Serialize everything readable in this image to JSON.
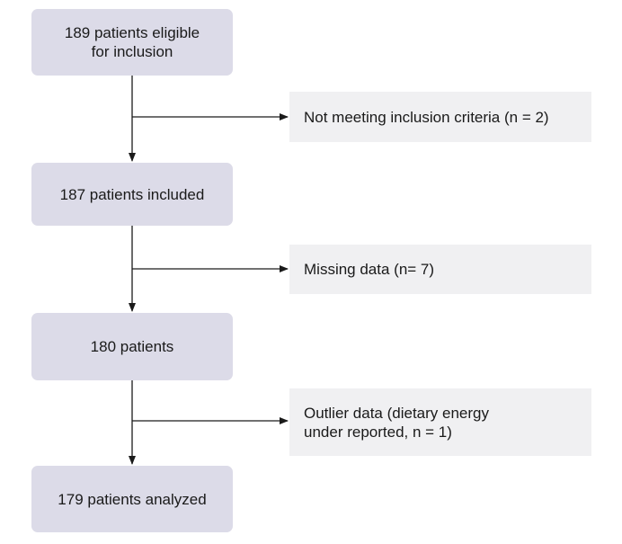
{
  "flowchart": {
    "stages": [
      {
        "lines": [
          "189 patients eligible",
          "for inclusion"
        ]
      },
      {
        "lines": [
          "187 patients included"
        ]
      },
      {
        "lines": [
          "180 patients"
        ]
      },
      {
        "lines": [
          "179 patients analyzed"
        ]
      }
    ],
    "exclusions": [
      {
        "lines": [
          "Not meeting inclusion criteria (n = 2)"
        ]
      },
      {
        "lines": [
          "Missing data (n= 7)"
        ]
      },
      {
        "lines": [
          "Outlier data (dietary energy",
          "under reported, n = 1)"
        ]
      }
    ],
    "colors": {
      "stage_fill": "#dcdbe8",
      "exclusion_fill": "#f0f0f2",
      "connector": "#1a1a1a"
    }
  }
}
